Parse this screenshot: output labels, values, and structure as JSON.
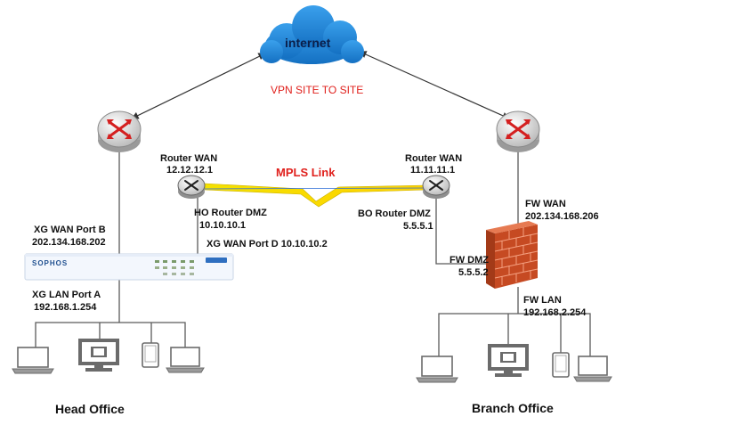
{
  "cloud": {
    "label": "internet",
    "color": "#1f86d9"
  },
  "vpn_label": "VPN SITE TO SITE",
  "mpls_label": "MPLS Link",
  "head_office": {
    "title": "Head Office",
    "router_wan_label": "Router WAN",
    "router_wan_ip": "12.12.12.1",
    "ho_router_dmz_label": "HO Router DMZ",
    "ho_router_dmz_ip": "10.10.10.1",
    "xg_wan_port_b_label": "XG WAN Port B",
    "xg_wan_port_b_ip": "202.134.168.202",
    "xg_wan_port_d": "XG WAN Port D  10.10.10.2",
    "xg_lan_port_a_label": "XG LAN Port A",
    "xg_lan_port_a_ip": "192.168.1.254",
    "appliance_brand": "SOPHOS"
  },
  "branch_office": {
    "title": "Branch Office",
    "router_wan_label": "Router WAN",
    "router_wan_ip": "11.11.11.1",
    "bo_router_dmz_label": "BO Router DMZ",
    "bo_router_dmz_ip": "5.5.5.1",
    "fw_wan_label": "FW WAN",
    "fw_wan_ip": "202.134.168.206",
    "fw_dmz_label": "FW DMZ",
    "fw_dmz_ip": "5.5.5.2",
    "fw_lan_label": "FW LAN",
    "fw_lan_ip": "192.168.2.254"
  },
  "colors": {
    "accent_red": "#e0201c",
    "firewall": "#e2603a",
    "router_red": "#d42020"
  }
}
